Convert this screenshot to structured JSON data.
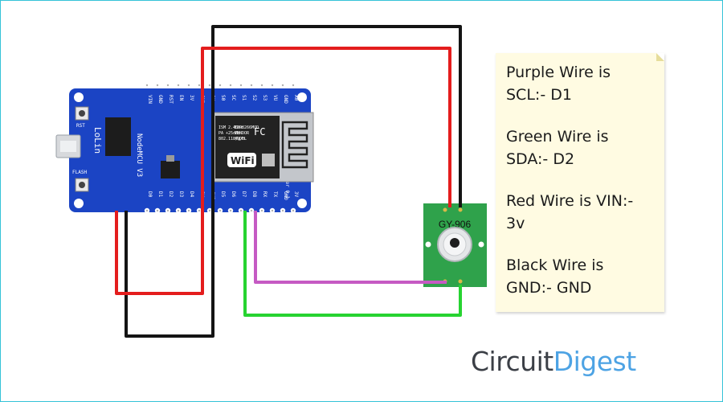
{
  "diagram": {
    "board": {
      "brand": "LoLin",
      "model": "NodeMCU V3",
      "version": "Ver 0.1",
      "rst_label": "RST",
      "flash_label": "FLASH",
      "top_pins": [
        "A0",
        "GND",
        "VU",
        "S3",
        "S2",
        "S1",
        "SC",
        "S0",
        "SK",
        "GND",
        "3V",
        "EN",
        "RST",
        "GND",
        "VIN"
      ],
      "bottom_pins": [
        "3V",
        "GND",
        "TX",
        "RX",
        "D8",
        "D7",
        "D6",
        "D5",
        "GND",
        "3V",
        "D4",
        "D3",
        "D2",
        "D1",
        "D0"
      ]
    },
    "wifi_module": {
      "model_lines": [
        "ESP8266MOD",
        "VENDOR",
        "MODEL",
        "ISM 2.4GHz",
        "PA +25dBm",
        "802.11b/g/n"
      ],
      "wifi_badge": "WiFi",
      "fcc": "FC"
    },
    "sensor": {
      "label": "GY-906"
    },
    "wire_colors": {
      "red": "#e41d1d",
      "black": "#141414",
      "purple": "#c55ac3",
      "green": "#27d331"
    }
  },
  "note": {
    "lines": [
      "Purple Wire is",
      "SCL:- D1",
      "",
      "Green Wire is",
      "SDA:- D2",
      "",
      "Red Wire is VIN:-",
      "3v",
      "",
      "Black Wire is",
      "GND:- GND"
    ]
  },
  "logo": {
    "part1": "Circuit",
    "part2": "Digest"
  }
}
